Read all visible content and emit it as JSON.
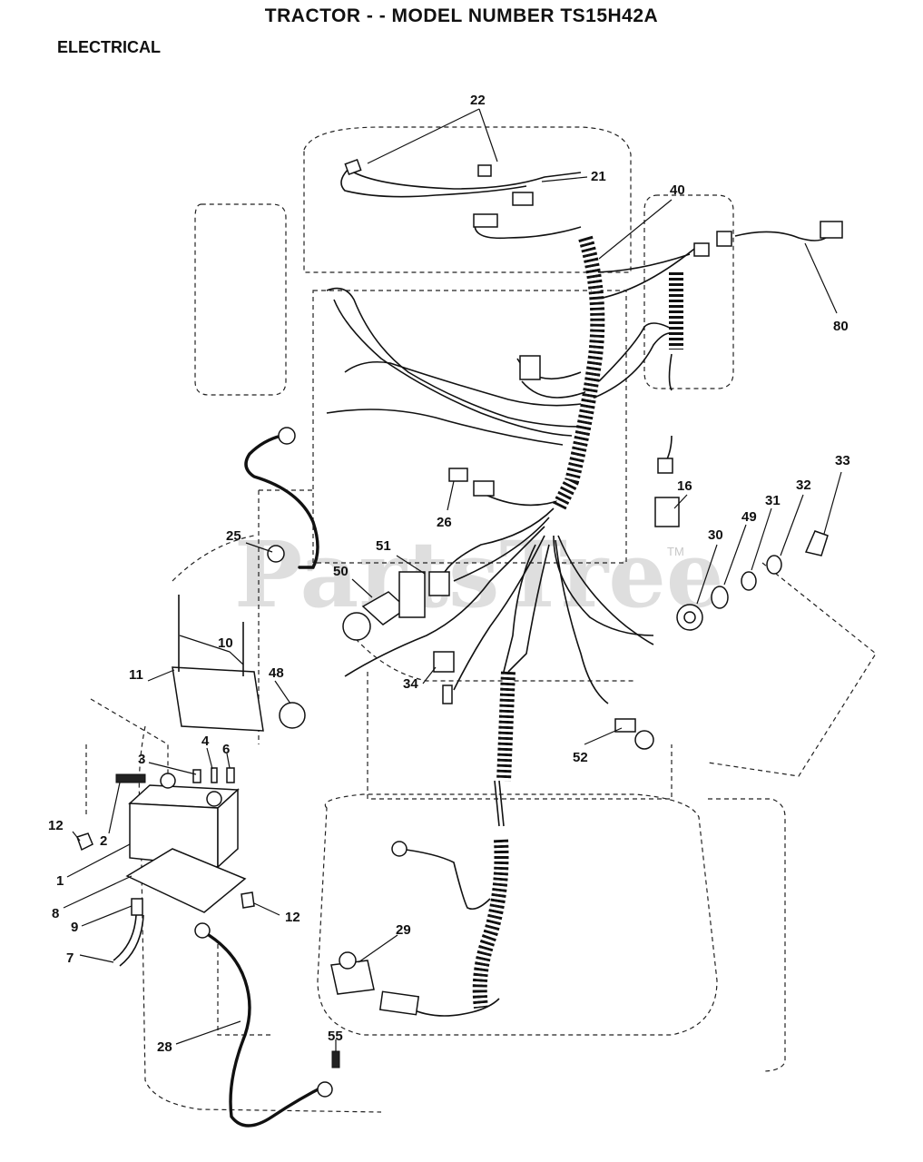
{
  "title": "TRACTOR - - MODEL NUMBER TS15H42A",
  "section": "ELECTRICAL",
  "watermark": "PartsTree",
  "watermark_tm": "TM",
  "callouts": [
    {
      "id": "22",
      "label": "22"
    },
    {
      "id": "21",
      "label": "21"
    },
    {
      "id": "40",
      "label": "40"
    },
    {
      "id": "80",
      "label": "80"
    },
    {
      "id": "16",
      "label": "16"
    },
    {
      "id": "33",
      "label": "33"
    },
    {
      "id": "32",
      "label": "32"
    },
    {
      "id": "31",
      "label": "31"
    },
    {
      "id": "49",
      "label": "49"
    },
    {
      "id": "30",
      "label": "30"
    },
    {
      "id": "26",
      "label": "26"
    },
    {
      "id": "51",
      "label": "51"
    },
    {
      "id": "50",
      "label": "50"
    },
    {
      "id": "25",
      "label": "25"
    },
    {
      "id": "10",
      "label": "10"
    },
    {
      "id": "11",
      "label": "11"
    },
    {
      "id": "48",
      "label": "48"
    },
    {
      "id": "34",
      "label": "34"
    },
    {
      "id": "52",
      "label": "52"
    },
    {
      "id": "3",
      "label": "3"
    },
    {
      "id": "4",
      "label": "4"
    },
    {
      "id": "6",
      "label": "6"
    },
    {
      "id": "12a",
      "label": "12"
    },
    {
      "id": "2",
      "label": "2"
    },
    {
      "id": "1",
      "label": "1"
    },
    {
      "id": "8",
      "label": "8"
    },
    {
      "id": "9",
      "label": "9"
    },
    {
      "id": "12b",
      "label": "12"
    },
    {
      "id": "7",
      "label": "7"
    },
    {
      "id": "29",
      "label": "29"
    },
    {
      "id": "28",
      "label": "28"
    },
    {
      "id": "55",
      "label": "55"
    }
  ]
}
